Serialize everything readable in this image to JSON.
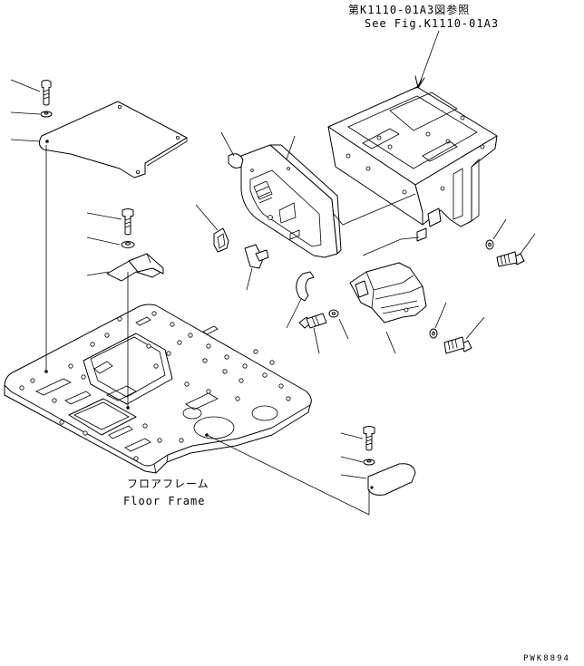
{
  "reference": {
    "japanese": "第K1110-01A3図参照",
    "english": "See Fig.K1110-01A3"
  },
  "floor_frame": {
    "japanese": "フロアフレーム",
    "english": "Floor Frame"
  },
  "document_code": "PWK8894"
}
